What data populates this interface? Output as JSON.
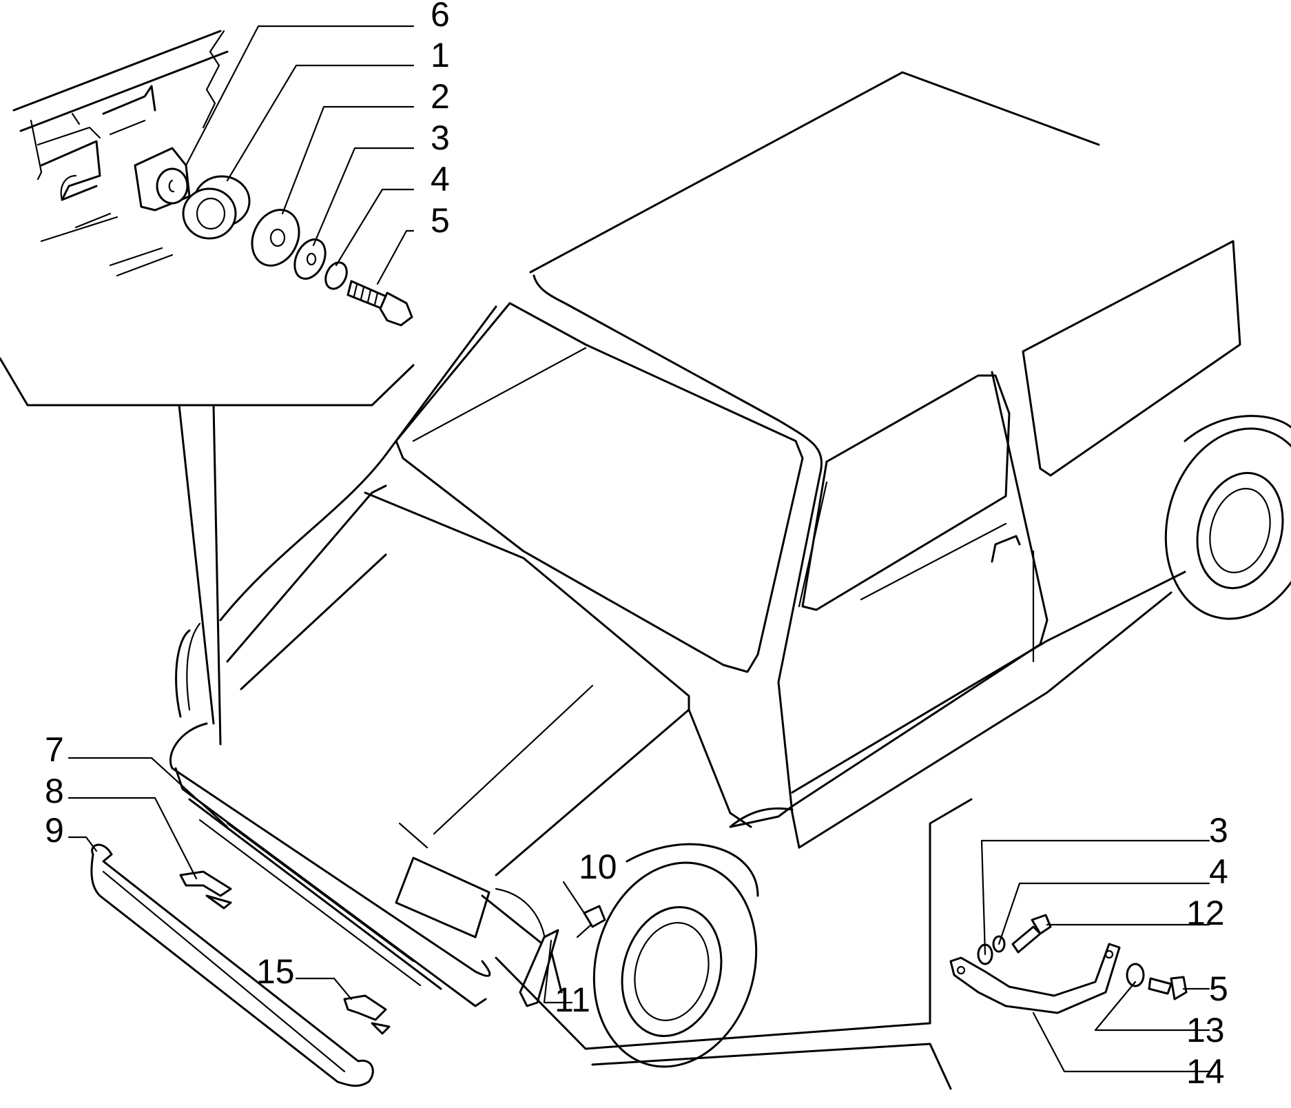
{
  "callouts": {
    "c6": "6",
    "c1": "1",
    "c2": "2",
    "c3a": "3",
    "c4a": "4",
    "c5a": "5",
    "c7": "7",
    "c8": "8",
    "c9": "9",
    "c10": "10",
    "c11": "11",
    "c15": "15",
    "c3b": "3",
    "c4b": "4",
    "c12": "12",
    "c5b": "5",
    "c13": "13",
    "c14": "14"
  }
}
